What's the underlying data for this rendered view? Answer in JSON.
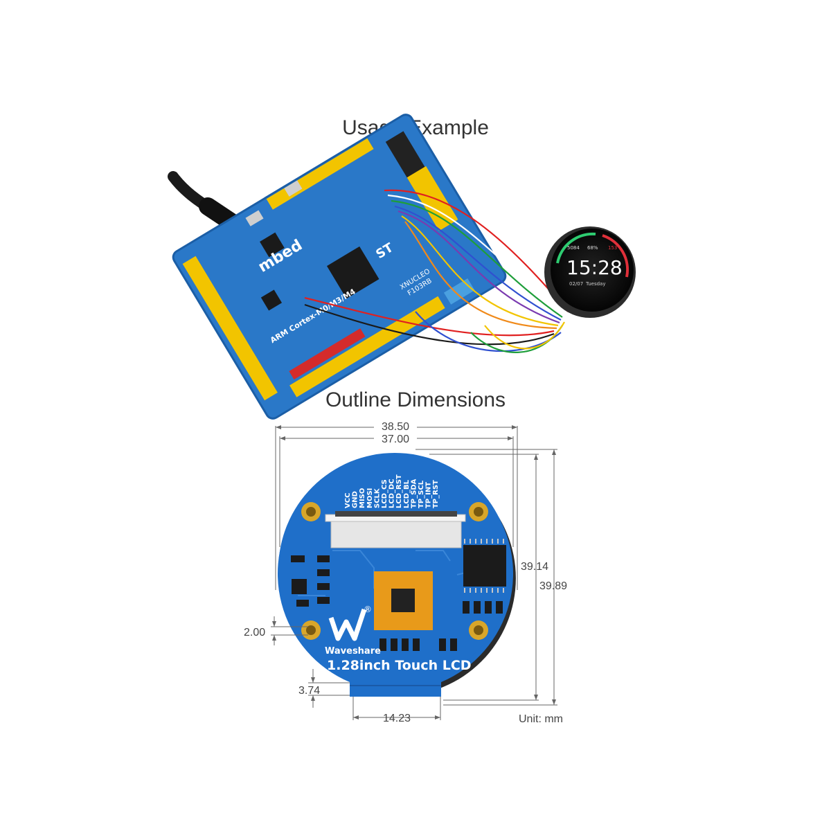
{
  "headings": {
    "usage": "Usage Example",
    "outline": "Outline Dimensions"
  },
  "board": {
    "brand": "mbed",
    "mcu_label": "ARM Cortex-M0/M3/M4",
    "model_line1": "XNUCLEO",
    "model_line2": "F103RB",
    "vendor_logo": "ST"
  },
  "watch_screen": {
    "time": "15:28",
    "date": "02/07",
    "weekday": "Tuesday",
    "steps": "5084",
    "battery": "68%",
    "heart_rate": "153"
  },
  "lcd_module": {
    "pins": [
      "VCC",
      "GND",
      "MISO",
      "MOSI",
      "SCLK",
      "LCD_CS",
      "LCD_DC",
      "LCD_RST",
      "LCD_BL",
      "TP_SDA",
      "TP_SCL",
      "TP_INT",
      "TP_RST"
    ],
    "brand_label": "Waveshare",
    "product_label": "1.28inch Touch LCD",
    "registered_mark": "®"
  },
  "dimensions": {
    "width_outer": "38.50",
    "width_inner": "37.00",
    "height_inner": "39.14",
    "height_outer": "39.89",
    "hole_offset": "2.00",
    "tab_height": "3.74",
    "tab_width": "14.23",
    "unit": "Unit: mm"
  },
  "colors": {
    "pcb_blue": "#1f6fc9",
    "board_blue": "#2a78c8",
    "header_yellow": "#f2c400",
    "screen_bg": "#111111",
    "dim_line": "#666666"
  }
}
